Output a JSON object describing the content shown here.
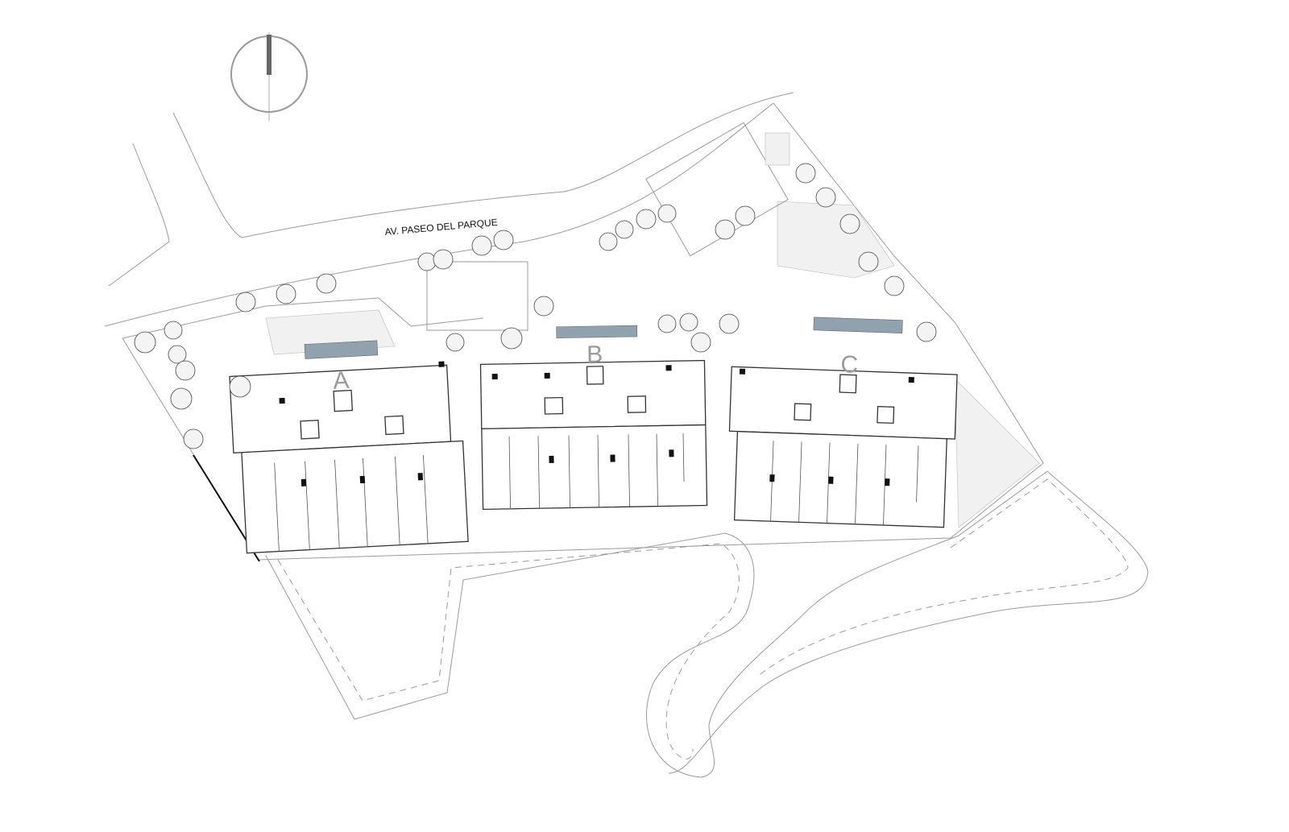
{
  "street_name": "AV. PASEO DEL PARQUE",
  "buildings": [
    {
      "label": "A"
    },
    {
      "label": "B"
    },
    {
      "label": "C"
    }
  ],
  "north_arrow": {
    "icon": "north-arrow-icon"
  },
  "colors": {
    "line": "#9a9a9a",
    "wall": "#333333",
    "pool": "#8fa2ad"
  }
}
